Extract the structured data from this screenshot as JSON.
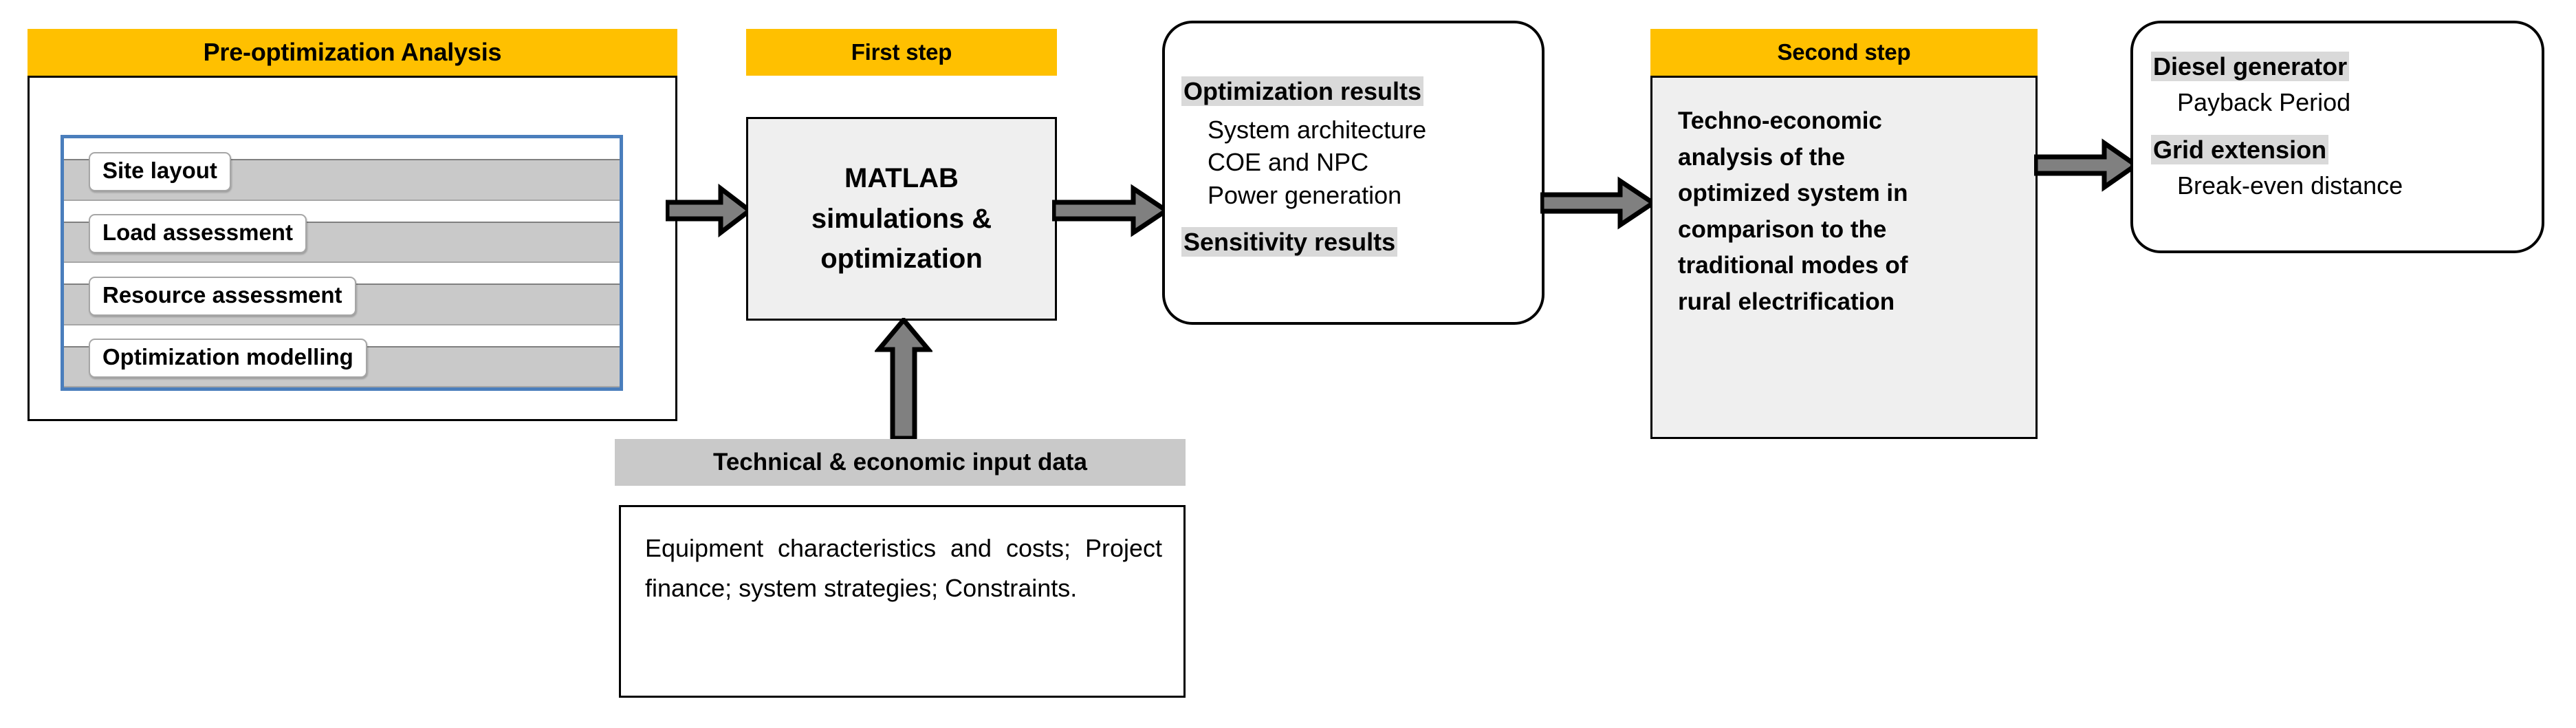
{
  "diagram": {
    "title_text_present": false,
    "colors": {
      "header_yellow": "#FFC000",
      "list_border_blue": "#4A7EBC",
      "band_gray": "#C9C9C9",
      "highlight_gray": "#D9D9D9",
      "box_gray_fill": "#EFEFEF",
      "arrow_fill": "#808080",
      "outline_black": "#000000"
    }
  },
  "stage1": {
    "header": "Pre-optimization Analysis",
    "items": [
      {
        "label": "Site layout"
      },
      {
        "label": "Load assessment"
      },
      {
        "label": "Resource assessment"
      },
      {
        "label": "Optimization modelling"
      }
    ]
  },
  "stage2": {
    "header": "First step",
    "body_lines": [
      "MATLAB",
      "simulations &",
      "optimization"
    ]
  },
  "stage3": {
    "heading1": "Optimization results",
    "bullets": [
      "System architecture",
      "COE and NPC",
      "Power generation"
    ],
    "heading2": "Sensitivity results"
  },
  "stage4": {
    "header": "Second step",
    "body_lines": [
      "Techno-economic",
      "analysis of the",
      "optimized system in",
      "comparison to the",
      "traditional modes of",
      "rural electrification"
    ]
  },
  "stage5": {
    "heading1": "Diesel generator",
    "sub1": "Payback Period",
    "heading2": "Grid extension",
    "sub2": "Break-even distance"
  },
  "input_data": {
    "header": "Technical & economic input data",
    "body": "Equipment characteristics and costs; Project finance; system strategies; Constraints."
  },
  "arrows": {
    "a1": "arrow-stage1-to-stage2",
    "a2": "arrow-stage2-to-stage3",
    "a3": "arrow-stage3-to-stage4",
    "a4": "arrow-stage4-to-stage5",
    "a5": "arrow-inputdata-to-stage2"
  }
}
